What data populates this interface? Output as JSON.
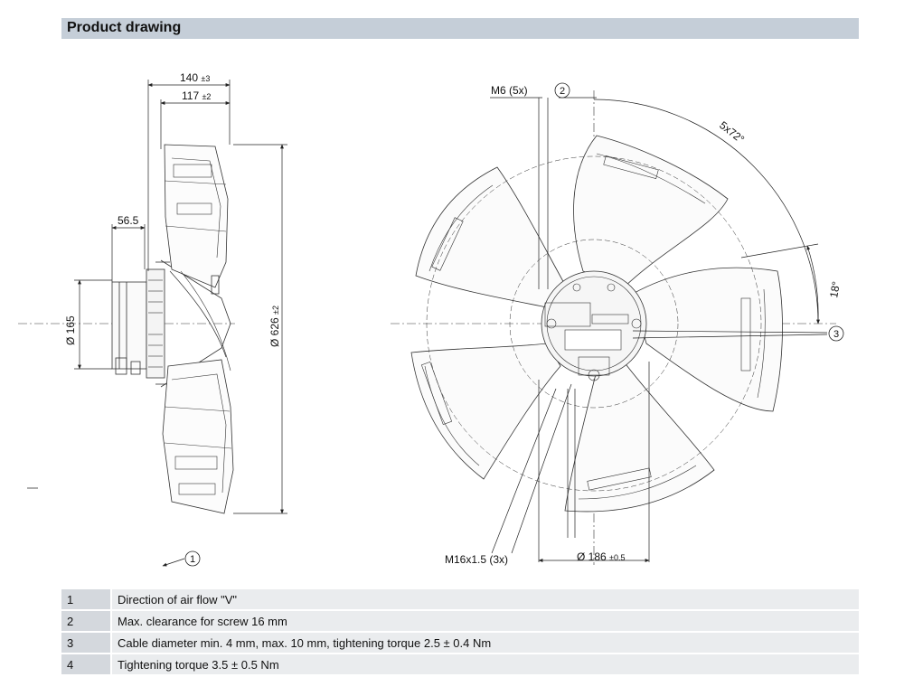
{
  "header": {
    "title": "Product drawing"
  },
  "dimensions": {
    "depth_total": "140",
    "depth_total_tol": "±3",
    "depth_blade": "117",
    "depth_blade_tol": "±2",
    "motor_offset": "56.5",
    "motor_diameter": "Ø 165",
    "fan_diameter": "Ø 626",
    "fan_diameter_tol": "±2",
    "screw_label": "M6 (5x)",
    "angle_pitch": "5x72°",
    "angle_offset": "18°",
    "thread_label": "M16x1.5 (3x)",
    "bolt_circle": "Ø 186",
    "bolt_circle_tol": "±0.5"
  },
  "callouts": {
    "c1": "1",
    "c2": "2",
    "c3": "3"
  },
  "legend": [
    {
      "num": "1",
      "text": "Direction of air flow \"V\""
    },
    {
      "num": "2",
      "text": "Max. clearance for screw 16 mm"
    },
    {
      "num": "3",
      "text": "Cable diameter min. 4 mm, max. 10 mm, tightening torque 2.5 ± 0.4 Nm"
    },
    {
      "num": "4",
      "text": "Tightening torque 3.5 ± 0.5 Nm"
    }
  ]
}
